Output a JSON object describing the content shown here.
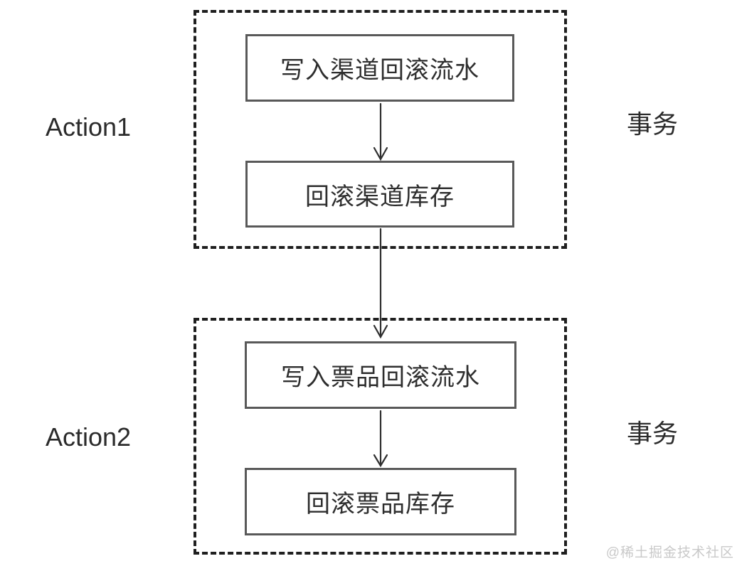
{
  "diagram": {
    "groups": [
      {
        "label": "Action1",
        "side_label": "事务",
        "nodes": [
          "写入渠道回滚流水",
          "回滚渠道库存"
        ]
      },
      {
        "label": "Action2",
        "side_label": "事务",
        "nodes": [
          "写入票品回滚流水",
          "回滚票品库存"
        ]
      }
    ],
    "watermark": "@稀土掘金技术社区",
    "colors": {
      "dashed_border": "#1f1f1f",
      "box_border": "#595959",
      "text": "#2e2e2e",
      "arrow": "#2e2e2e",
      "watermark": "#c9c9c9",
      "background": "#ffffff"
    }
  }
}
